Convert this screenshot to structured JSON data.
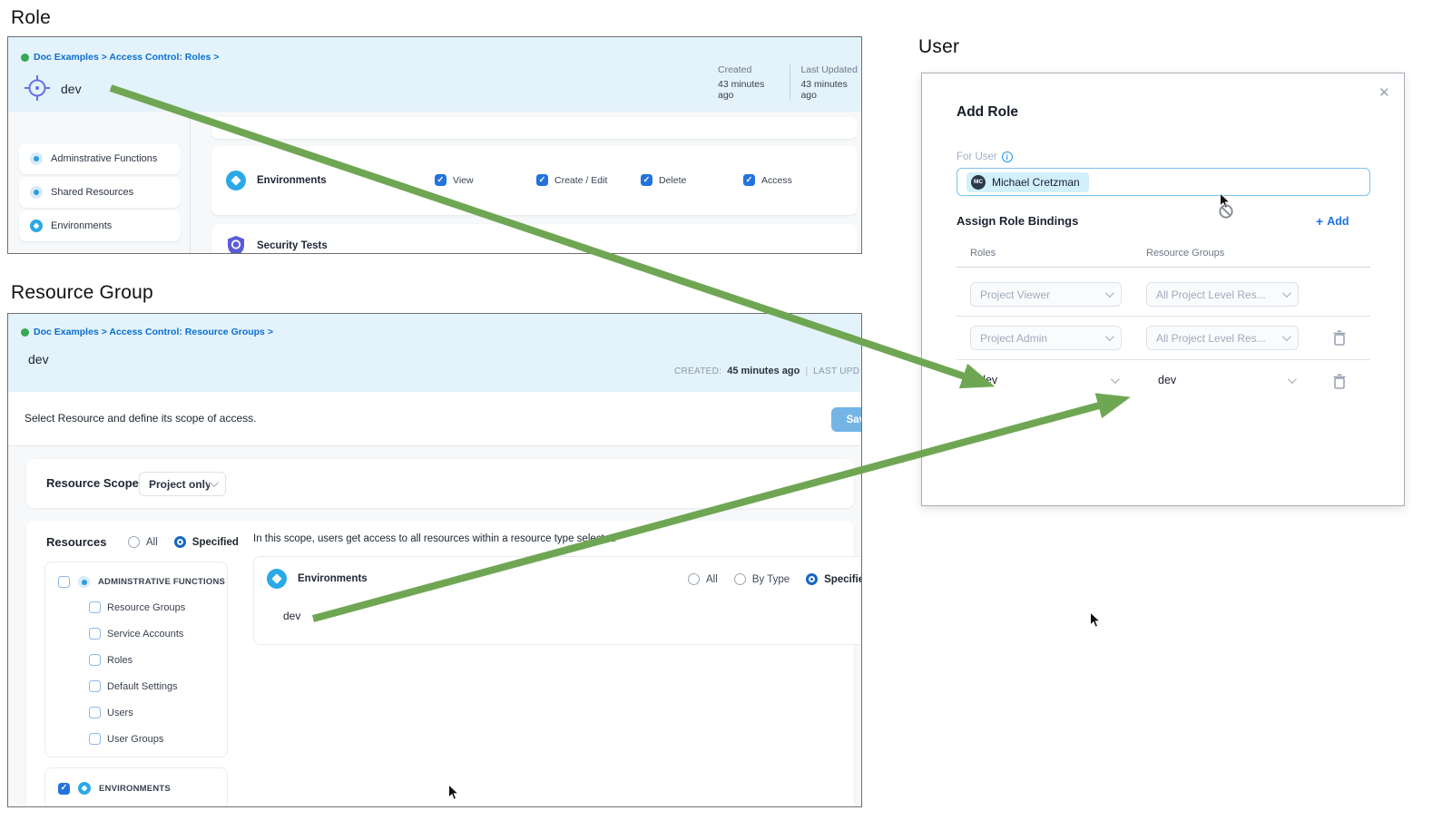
{
  "titles": {
    "role": "Role",
    "resource_group": "Resource Group",
    "user": "User"
  },
  "icons": {
    "close": "✕",
    "plus": "+",
    "info": "i",
    "check": "✓"
  },
  "colors": {
    "header_bg": "#e3f2fb",
    "breadcrumb_link": "#0b6fd0",
    "checkbox_blue": "#2273dd",
    "radio_blue": "#1766c2",
    "arrow_green": "#6fa653",
    "save_button": "#74b5e6",
    "add_link": "#1a73e8",
    "chip_bg": "#d2f0fa"
  },
  "role_panel": {
    "breadcrumb": "Doc Examples > Access Control: Roles >",
    "name": "dev",
    "created": {
      "label": "Created",
      "value": "43 minutes ago"
    },
    "updated": {
      "label": "Last Updated",
      "value": "43 minutes ago"
    },
    "sidebar": [
      {
        "label": "Adminstrative Functions"
      },
      {
        "label": "Shared Resources"
      },
      {
        "label": "Environments"
      }
    ],
    "permission_row": {
      "resource": "Environments",
      "perms": [
        {
          "label": "View",
          "checked": true
        },
        {
          "label": "Create / Edit",
          "checked": true
        },
        {
          "label": "Delete",
          "checked": true
        },
        {
          "label": "Access",
          "checked": true
        }
      ]
    },
    "next_row": {
      "resource": "Security Tests"
    }
  },
  "rg_panel": {
    "breadcrumb": "Doc Examples > Access Control: Resource Groups >",
    "name": "dev",
    "created_label": "CREATED:",
    "created_value": "45 minutes ago",
    "meta_divider": "|",
    "updated_label": "LAST UPD",
    "description": "Select Resource and define its scope of access.",
    "save": "Save",
    "scope": {
      "label": "Resource Scope",
      "value": "Project only"
    },
    "resources": {
      "heading": "Resources",
      "options": [
        {
          "label": "All",
          "selected": false
        },
        {
          "label": "Specified",
          "selected": true
        }
      ],
      "admin_group": {
        "label": "ADMINSTRATIVE FUNCTIONS",
        "checked": false,
        "children": [
          {
            "label": "Resource Groups"
          },
          {
            "label": "Service Accounts"
          },
          {
            "label": "Roles"
          },
          {
            "label": "Default Settings"
          },
          {
            "label": "Users"
          },
          {
            "label": "User Groups"
          }
        ]
      },
      "env_group": {
        "label": "ENVIRONMENTS",
        "checked": true
      }
    },
    "scope_detail": {
      "hint": "In this scope, users get access to all resources within a resource type selected",
      "resource": "Environments",
      "options": [
        {
          "label": "All",
          "selected": false
        },
        {
          "label": "By Type",
          "selected": false
        },
        {
          "label": "Specified",
          "selected": true
        }
      ],
      "item": "dev"
    }
  },
  "user_modal": {
    "title": "Add Role",
    "for_user": "For User",
    "chip": {
      "initials": "MC",
      "name": "Michael Cretzman"
    },
    "bindings_heading": "Assign Role Bindings",
    "add_label": "Add",
    "col_roles": "Roles",
    "col_resource_groups": "Resource Groups",
    "rows": [
      {
        "role": "Project Viewer",
        "resource_group": "All Project Level Res...",
        "muted": true,
        "deletable": false
      },
      {
        "role": "Project Admin",
        "resource_group": "All Project Level Res...",
        "muted": true,
        "deletable": true
      },
      {
        "role": "dev",
        "resource_group": "dev",
        "muted": false,
        "deletable": true
      }
    ]
  }
}
